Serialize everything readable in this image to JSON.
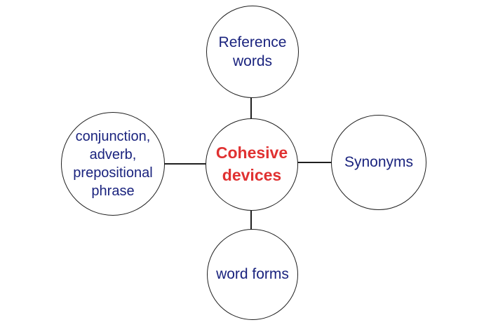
{
  "diagram": {
    "title": "Cohesive devices",
    "center": {
      "label": "Cohesive devices",
      "text_color": "#e03131"
    },
    "nodes": [
      {
        "id": "reference-words",
        "position": "top",
        "label": "Reference words"
      },
      {
        "id": "synonyms",
        "position": "right",
        "label": "Synonyms"
      },
      {
        "id": "conjunction-adverb-prepositional-phrase",
        "position": "left",
        "label": "conjunction, adverb, prepositional phrase"
      },
      {
        "id": "word-forms",
        "position": "bottom",
        "label": "word forms"
      }
    ],
    "colors": {
      "node_text": "#1a237e",
      "center_text": "#e03131",
      "stroke": "#1f1f1f",
      "background": "#ffffff"
    }
  }
}
